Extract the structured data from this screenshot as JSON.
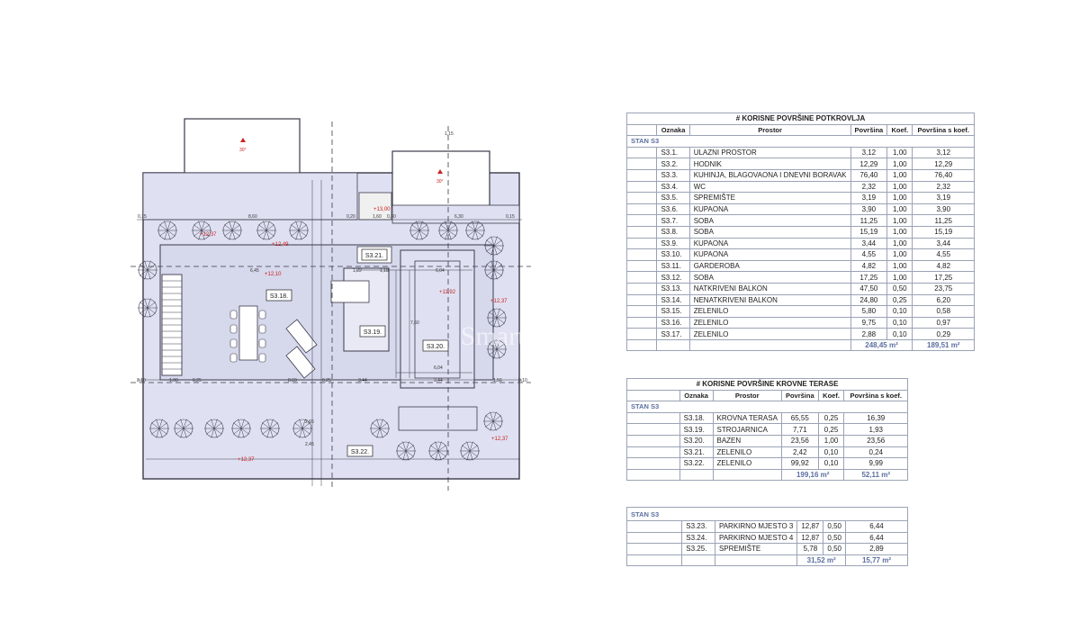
{
  "plan": {
    "rooms": [
      "S3.18.",
      "S3.19.",
      "S3.20.",
      "S3.21.",
      "S3.22."
    ],
    "levels": [
      "+12,37",
      "+12,49",
      "+12,10",
      "+11,92",
      "+12,37",
      "+13,00",
      "+12,37",
      "+12,37"
    ],
    "roof_pitch": [
      "30°",
      "30°"
    ],
    "dims": [
      "0,15",
      "8,60",
      "0,20",
      "1,60",
      "0,30",
      "6,30",
      "0,15",
      "6,45",
      "1,22",
      "1,18",
      "6,04",
      "3,44",
      "3,10",
      "0,25",
      "8,60",
      "1,00",
      "0,25",
      "3,44",
      "1,56",
      "0,10",
      "7,60",
      "6,04",
      "2,65",
      "2,45",
      "1,15"
    ],
    "watermark": "Smart Invest",
    "colors": {
      "fill": "#dfe1f2",
      "line": "#3a3a4a",
      "red": "#cc2222"
    }
  },
  "table1": {
    "title": "# KORISNE POVRŠINE POTKROVLJA",
    "headers": [
      "Oznaka",
      "Prostor",
      "Površina",
      "Koef.",
      "Površina s koef."
    ],
    "group": "STAN S3",
    "rows": [
      [
        "S3.1.",
        "ULAZNI PROSTOR",
        "3,12",
        "1,00",
        "3,12"
      ],
      [
        "S3.2.",
        "HODNIK",
        "12,29",
        "1,00",
        "12,29"
      ],
      [
        "S3.3.",
        "KUHINJA, BLAGOVAONA I DNEVNI BORAVAK",
        "76,40",
        "1,00",
        "76,40"
      ],
      [
        "S3.4.",
        "WC",
        "2,32",
        "1,00",
        "2,32"
      ],
      [
        "S3.5.",
        "SPREMIŠTE",
        "3,19",
        "1,00",
        "3,19"
      ],
      [
        "S3.6.",
        "KUPAONA",
        "3,90",
        "1,00",
        "3,90"
      ],
      [
        "S3.7.",
        "SOBA",
        "11,25",
        "1,00",
        "11,25"
      ],
      [
        "S3.8.",
        "SOBA",
        "15,19",
        "1,00",
        "15,19"
      ],
      [
        "S3.9.",
        "KUPAONA",
        "3,44",
        "1,00",
        "3,44"
      ],
      [
        "S3.10.",
        "KUPAONA",
        "4,55",
        "1,00",
        "4,55"
      ],
      [
        "S3.11.",
        "GARDEROBA",
        "4,82",
        "1,00",
        "4,82"
      ],
      [
        "S3.12.",
        "SOBA",
        "17,25",
        "1,00",
        "17,25"
      ],
      [
        "S3.13.",
        "NATKRIVENI BALKON",
        "47,50",
        "0,50",
        "23,75"
      ],
      [
        "S3.14.",
        "NENATKRIVENI BALKON",
        "24,80",
        "0,25",
        "6,20"
      ],
      [
        "S3.15.",
        "ZELENILO",
        "5,80",
        "0,10",
        "0,58"
      ],
      [
        "S3.16.",
        "ZELENILO",
        "9,75",
        "0,10",
        "0,97"
      ],
      [
        "S3.17.",
        "ZELENILO",
        "2,88",
        "0,10",
        "0,29"
      ]
    ],
    "total_area": "248,45 m²",
    "total_coef": "189,51 m²"
  },
  "table2": {
    "title": "# KORISNE POVRŠINE KROVNE TERASE",
    "headers": [
      "Oznaka",
      "Prostor",
      "Površina",
      "Koef.",
      "Površina s koef."
    ],
    "group": "STAN S3",
    "rows": [
      [
        "S3.18.",
        "KROVNA TERASA",
        "65,55",
        "0,25",
        "16,39"
      ],
      [
        "S3.19.",
        "STROJARNICA",
        "7,71",
        "0,25",
        "1,93"
      ],
      [
        "S3.20.",
        "BAZEN",
        "23,56",
        "1,00",
        "23,56"
      ],
      [
        "S3.21.",
        "ZELENILO",
        "2,42",
        "0,10",
        "0,24"
      ],
      [
        "S3.22.",
        "ZELENILO",
        "99,92",
        "0,10",
        "9,99"
      ]
    ],
    "total_area": "199,16 m²",
    "total_coef": "52,11 m²"
  },
  "table3": {
    "group": "STAN S3",
    "rows": [
      [
        "S3.23.",
        "PARKIRNO MJESTO 3",
        "12,87",
        "0,50",
        "6,44"
      ],
      [
        "S3.24.",
        "PARKIRNO MJESTO 4",
        "12,87",
        "0,50",
        "6,44"
      ],
      [
        "S3.25.",
        "SPREMIŠTE",
        "5,78",
        "0,50",
        "2,89"
      ]
    ],
    "total_area": "31,52 m²",
    "total_coef": "15,77 m²"
  }
}
